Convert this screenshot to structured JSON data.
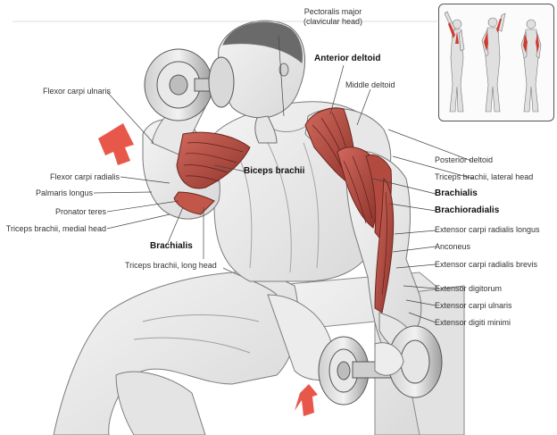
{
  "labels": {
    "pectoralis_major": "Pectoralis major",
    "pectoralis_major_sub": "(clavicular head)",
    "anterior_deltoid": "Anterior deltoid",
    "middle_deltoid": "Middle deltoid",
    "flexor_carpi_ulnaris": "Flexor carpi ulnaris",
    "posterior_deltoid": "Posterior deltoid",
    "triceps_lateral": "Triceps brachii, lateral head",
    "flexor_carpi_radialis": "Flexor carpi radialis",
    "biceps_brachii": "Biceps brachii",
    "brachialis_right": "Brachialis",
    "palmaris_longus": "Palmaris longus",
    "brachioradialis": "Brachioradialis",
    "pronator_teres": "Pronator teres",
    "ext_carpi_rad_longus": "Extensor carpi radialis longus",
    "triceps_medial": "Triceps brachii, medial head",
    "anconeus": "Anconeus",
    "brachialis_left": "Brachialis",
    "ext_carpi_rad_brevis": "Extensor carpi radialis brevis",
    "triceps_long": "Triceps brachii, long head",
    "ext_digitorum": "Extensor digitorum",
    "ext_carpi_ulnaris": "Extensor carpi ulnaris",
    "ext_digiti_minimi": "Extensor digiti minimi"
  },
  "colors": {
    "muscle_red": "#b8463c",
    "muscle_dark": "#7a2a24",
    "arrow_red": "#e8584a",
    "sketch": "#8a8a8a",
    "leader": "#444444"
  }
}
